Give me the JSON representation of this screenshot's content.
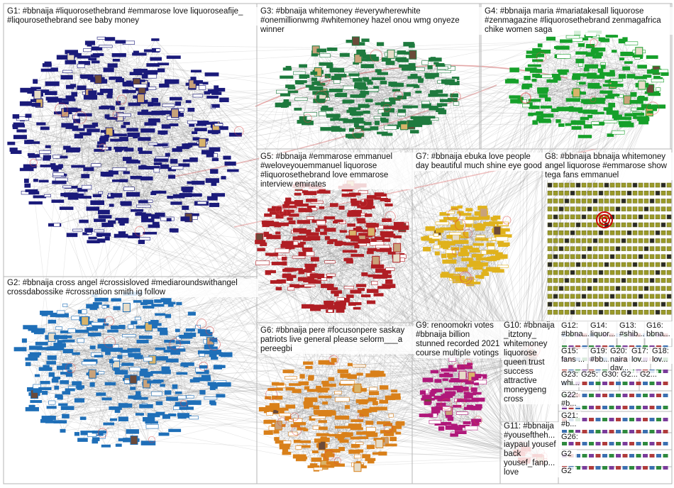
{
  "groups": [
    {
      "id": "G1",
      "label": "G1: #bbnaija #liquorosethebrand #emmarose love liquoroseafije_ #liqourosethebrand see baby money",
      "color": "#1a1a7a"
    },
    {
      "id": "G2",
      "label": "G2: #bbnaija cross angel #crossisloved #mediaroundswithangel crossdabossike #crossnation smith ig follow",
      "color": "#1f6fb8"
    },
    {
      "id": "G3",
      "label": "G3: #bbnaija whitemoney #everywherewhite #onemillionwmg #whitemoney hazel onou wmg onyeze winner",
      "color": "#1e7a3e"
    },
    {
      "id": "G4",
      "label": "G4: #bbnaija maria #mariatakesall liquorose #zenmagazine #liquorosethebrand zenmagafrica chike women saga",
      "color": "#16a02a"
    },
    {
      "id": "G5",
      "label": "G5: #bbnaija #emmarose emmanuel #weloveyouemmanuel liquorose #liquorosethebrand love emmarose interview emirates",
      "color": "#b01e24"
    },
    {
      "id": "G6",
      "label": "G6: #bbnaija pere #focusonpere saskay patriots live general please selorm___a pereegbi",
      "color": "#d9801a"
    },
    {
      "id": "G7",
      "label": "G7: #bbnaija ebuka love people day beautiful much shine eye good",
      "color": "#e0b21c"
    },
    {
      "id": "G8",
      "label": "G8: #bbnaija bbnaija whitemoney angel liquorose #emmarose show tega fans emmanuel",
      "color": "#7a7a1a"
    },
    {
      "id": "G9",
      "label": "G9: renoomokri votes #bbnaija billion stunned recorded 2021 course multiple votings",
      "color": "#b0187a"
    },
    {
      "id": "G10",
      "label": "G10: #bbnaija _itztony_ whitemoney liquorose queen trust success attractive moneygeng cross",
      "color": "#666666"
    },
    {
      "id": "G11",
      "label": "G11: #bbnaija #youseftheh... iaypaul yousef back yousef_fanp... love",
      "color": "#cc2222"
    },
    {
      "id": "G12",
      "label": "G12: #bbna...",
      "color": "#444444"
    },
    {
      "id": "G14",
      "label": "G14: liquor...",
      "color": "#444444"
    },
    {
      "id": "G13",
      "label": "G13: #shib...",
      "color": "#444444"
    },
    {
      "id": "G16",
      "label": "G16: bbna...",
      "color": "#444444"
    },
    {
      "id": "G15",
      "label": "G15: fans ...",
      "color": "#444444"
    },
    {
      "id": "G19",
      "label": "G19: #bb...",
      "color": "#444444"
    },
    {
      "id": "G20",
      "label": "G20: naira dav...",
      "color": "#444444"
    },
    {
      "id": "G17",
      "label": "G17: lov...",
      "color": "#444444"
    },
    {
      "id": "G18",
      "label": "G18: lov...",
      "color": "#444444"
    },
    {
      "id": "G23",
      "label": "G23: whi...",
      "color": "#444444"
    },
    {
      "id": "G25",
      "label": "G25:",
      "color": "#444444"
    },
    {
      "id": "G30",
      "label": "G30:",
      "color": "#444444"
    },
    {
      "id": "G2x",
      "label": "G2...",
      "color": "#444444"
    },
    {
      "id": "G2y",
      "label": "G2...",
      "color": "#444444"
    },
    {
      "id": "G22",
      "label": "G22: #b...",
      "color": "#444444"
    },
    {
      "id": "G21",
      "label": "G21: #b...",
      "color": "#444444"
    },
    {
      "id": "G26",
      "label": "G26:",
      "color": "#444444"
    },
    {
      "id": "G2z",
      "label": "G2",
      "color": "#444444"
    },
    {
      "id": "G2w",
      "label": "G2",
      "color": "#444444"
    }
  ]
}
